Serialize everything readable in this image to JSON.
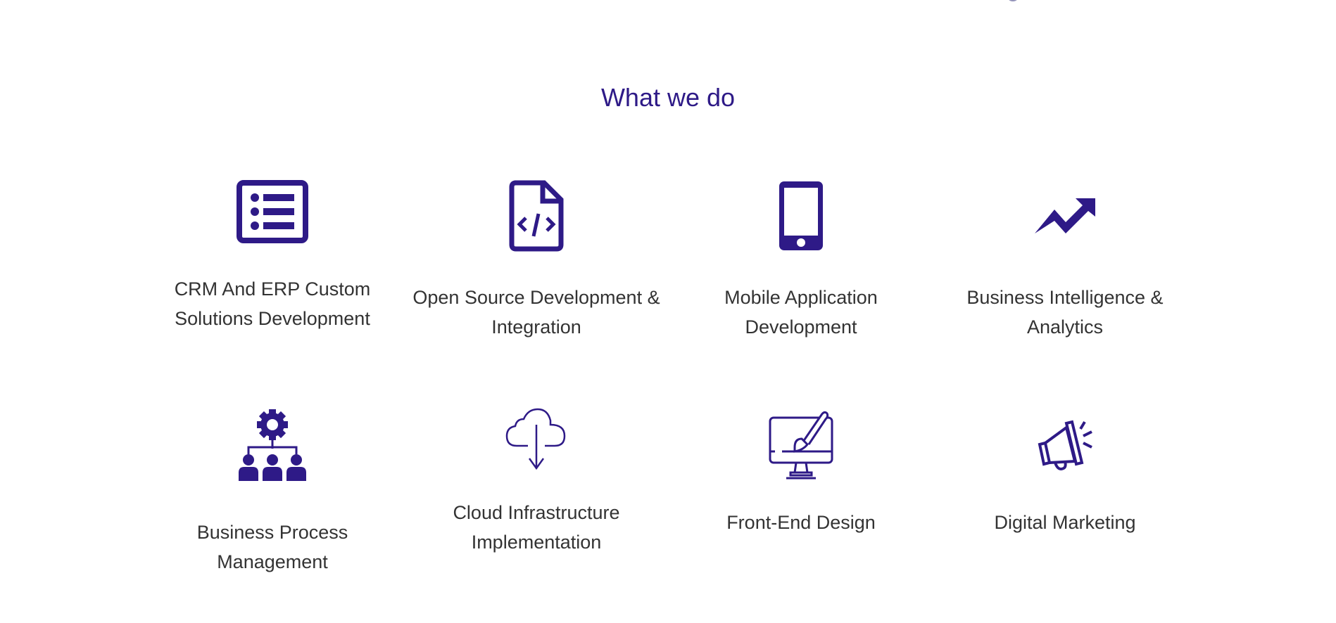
{
  "section": {
    "title": "What we do"
  },
  "services": [
    {
      "label": "CRM And ERP Custom Solutions Development",
      "icon": "list-icon"
    },
    {
      "label": "Open Source Development & Integration",
      "icon": "code-file-icon"
    },
    {
      "label": "Mobile Application Development",
      "icon": "mobile-phone-icon"
    },
    {
      "label": "Business Intelligence & Analytics",
      "icon": "trend-up-icon"
    },
    {
      "label": "Business Process Management",
      "icon": "gear-team-icon"
    },
    {
      "label": "Cloud Infrastructure Implementation",
      "icon": "cloud-download-icon"
    },
    {
      "label": "Front-End Design",
      "icon": "monitor-brush-icon"
    },
    {
      "label": "Digital Marketing",
      "icon": "megaphone-icon"
    }
  ],
  "colors": {
    "accent": "#2e1a87",
    "text": "#333333"
  }
}
